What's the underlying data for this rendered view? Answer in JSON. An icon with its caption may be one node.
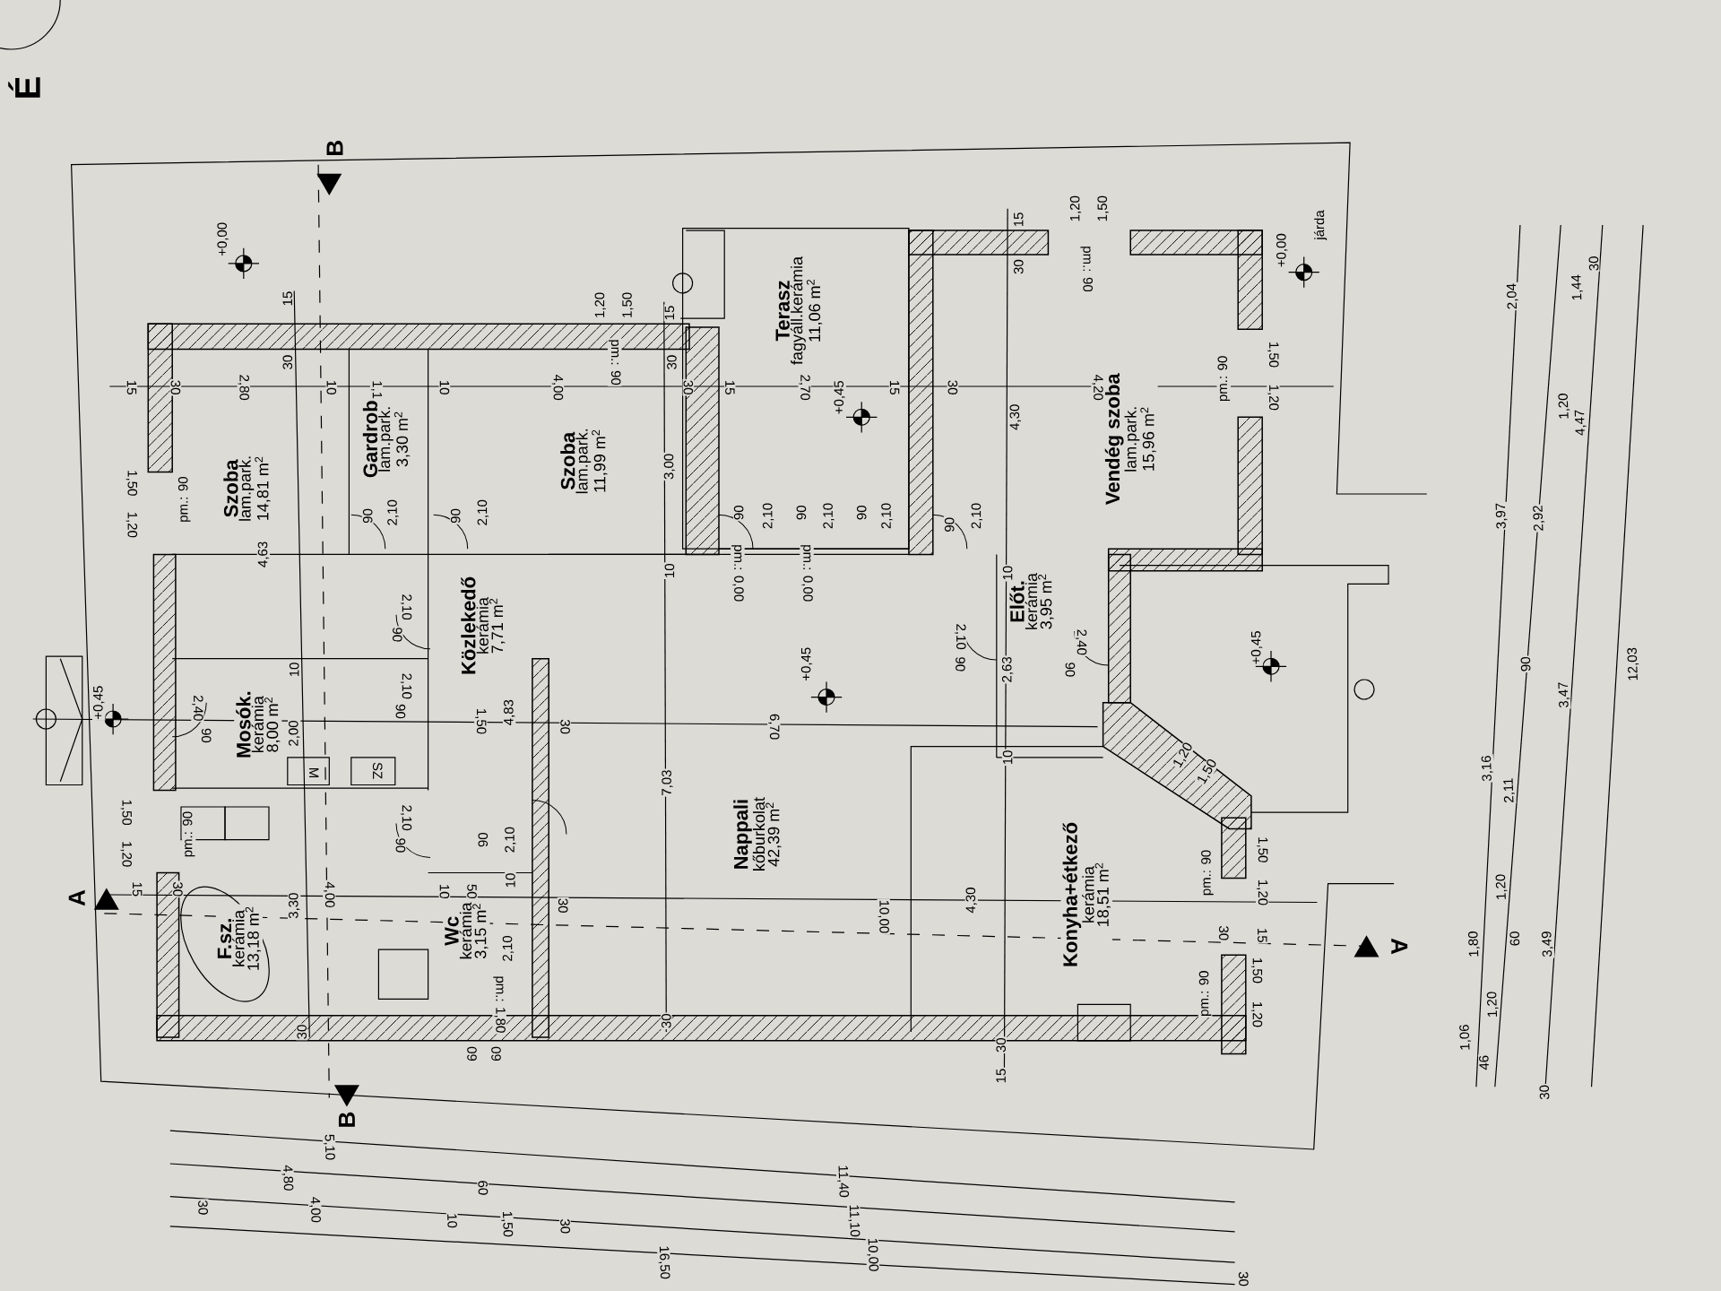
{
  "diagram": {
    "nodes": [
      {
        "text": [
          "Szoba",
          "lam.park.",
          "14,81 m$^{2}$"
        ]
      },
      {
        "text": [
          "Gardrob",
          "lam.park.",
          "3,30 m$^{2}$"
        ]
      },
      {
        "text": [
          "Szoba",
          "lam.park.",
          "11,99 m$^{2}$"
        ]
      },
      {
        "text": [
          "Terasz",
          "fagyáll.kerámia",
          "11,06 m$^{2}$"
        ]
      },
      {
        "text": [
          "Vendég szoba",
          "lam.park.",
          "15,96 m$^{2}$"
        ]
      },
      {
        "text": [
          "Közlekedő",
          "kerámia",
          "7,71 m$^{2}$"
        ]
      },
      {
        "text": [
          "Előt.",
          "kerámia",
          "3,95 m$^{2}$"
        ]
      },
      {
        "text": [
          "Mosók.",
          "kerámia",
          "8,00 m$^{2}$"
        ],
        "beside": [
          "2,00"
        ]
      },
      {
        "text": [
          "F.sz.",
          "kerámia",
          "13,18 m$^{2}$"
        ]
      },
      {
        "text": [
          "Wc",
          "kerámia",
          "3,15 m$^{2}$"
        ]
      },
      {
        "text": [
          "Nappali",
          "kőburkolat",
          "42,39 m$^{2}$"
        ]
      },
      {
        "text": [
          "Konyha+étkező",
          "kerámia",
          "18,51 m$^{2}$"
        ]
      }
    ],
    "labels": [
      "É",
      "B",
      "+0,00",
      "15",
      "1,20",
      "1,50",
      "15",
      "15",
      "1,20",
      "1,50",
      "+0,00",
      "járda",
      "30",
      "pm.: 90",
      "30",
      "pm.: 90",
      "30",
      "15",
      "30",
      "2,80",
      "10",
      "1,1",
      "10",
      "4,00",
      "30",
      "15",
      "2,70",
      "+0,45",
      "15",
      "30",
      "4,20",
      "pm.: 90",
      "1,50",
      "1,20",
      "1,50",
      "1,20",
      "pm.: 90",
      "4,63",
      "3,00",
      "4,30",
      "90",
      "2,10",
      "90",
      "2,10",
      "90",
      "2,10",
      "90",
      "2,10",
      "90",
      "2,10",
      "90",
      "2,10",
      "10",
      "pm.: 0,00",
      "pm.: 0,00",
      "10",
      "2,10",
      "90",
      "2,10",
      "90",
      "2,40",
      "90",
      "+0,45",
      "2,63",
      "+0,45",
      "10",
      "2,10",
      "90",
      "2,40",
      "90",
      "+0,45",
      "M",
      "SZ",
      "1,50",
      "4,83",
      "30",
      "7,03",
      "6,70",
      "10",
      "1,20",
      "1,50",
      "1,50",
      "1,20",
      "pm.: 90",
      "2,10",
      "90",
      "90",
      "2,10",
      "pm.: 90",
      "1,50",
      "1,20",
      "A",
      "15",
      "30",
      "3,30",
      "4,00",
      "10",
      "50",
      "10",
      "30",
      "10,00",
      "4,30",
      "30",
      "15",
      "A",
      "pm.: 1,80",
      "2,10",
      "pm.: 90",
      "1,50",
      "1,20",
      "30",
      "30",
      "30",
      "15",
      "60",
      "60",
      "B",
      "5,10",
      "4,80",
      "60",
      "30",
      "4,00",
      "10",
      "1,50",
      "30",
      "16,50",
      "11,40",
      "11,10",
      "10,00",
      "30",
      "2,04",
      "1,44",
      "30",
      "1,20",
      "4,47",
      "3,97",
      "2,92",
      "90",
      "3,47",
      "12,03",
      "3,16",
      "2,11",
      "1,20",
      "1,80",
      "60",
      "3,49",
      "1,20",
      "1,06",
      "46",
      "30"
    ]
  }
}
